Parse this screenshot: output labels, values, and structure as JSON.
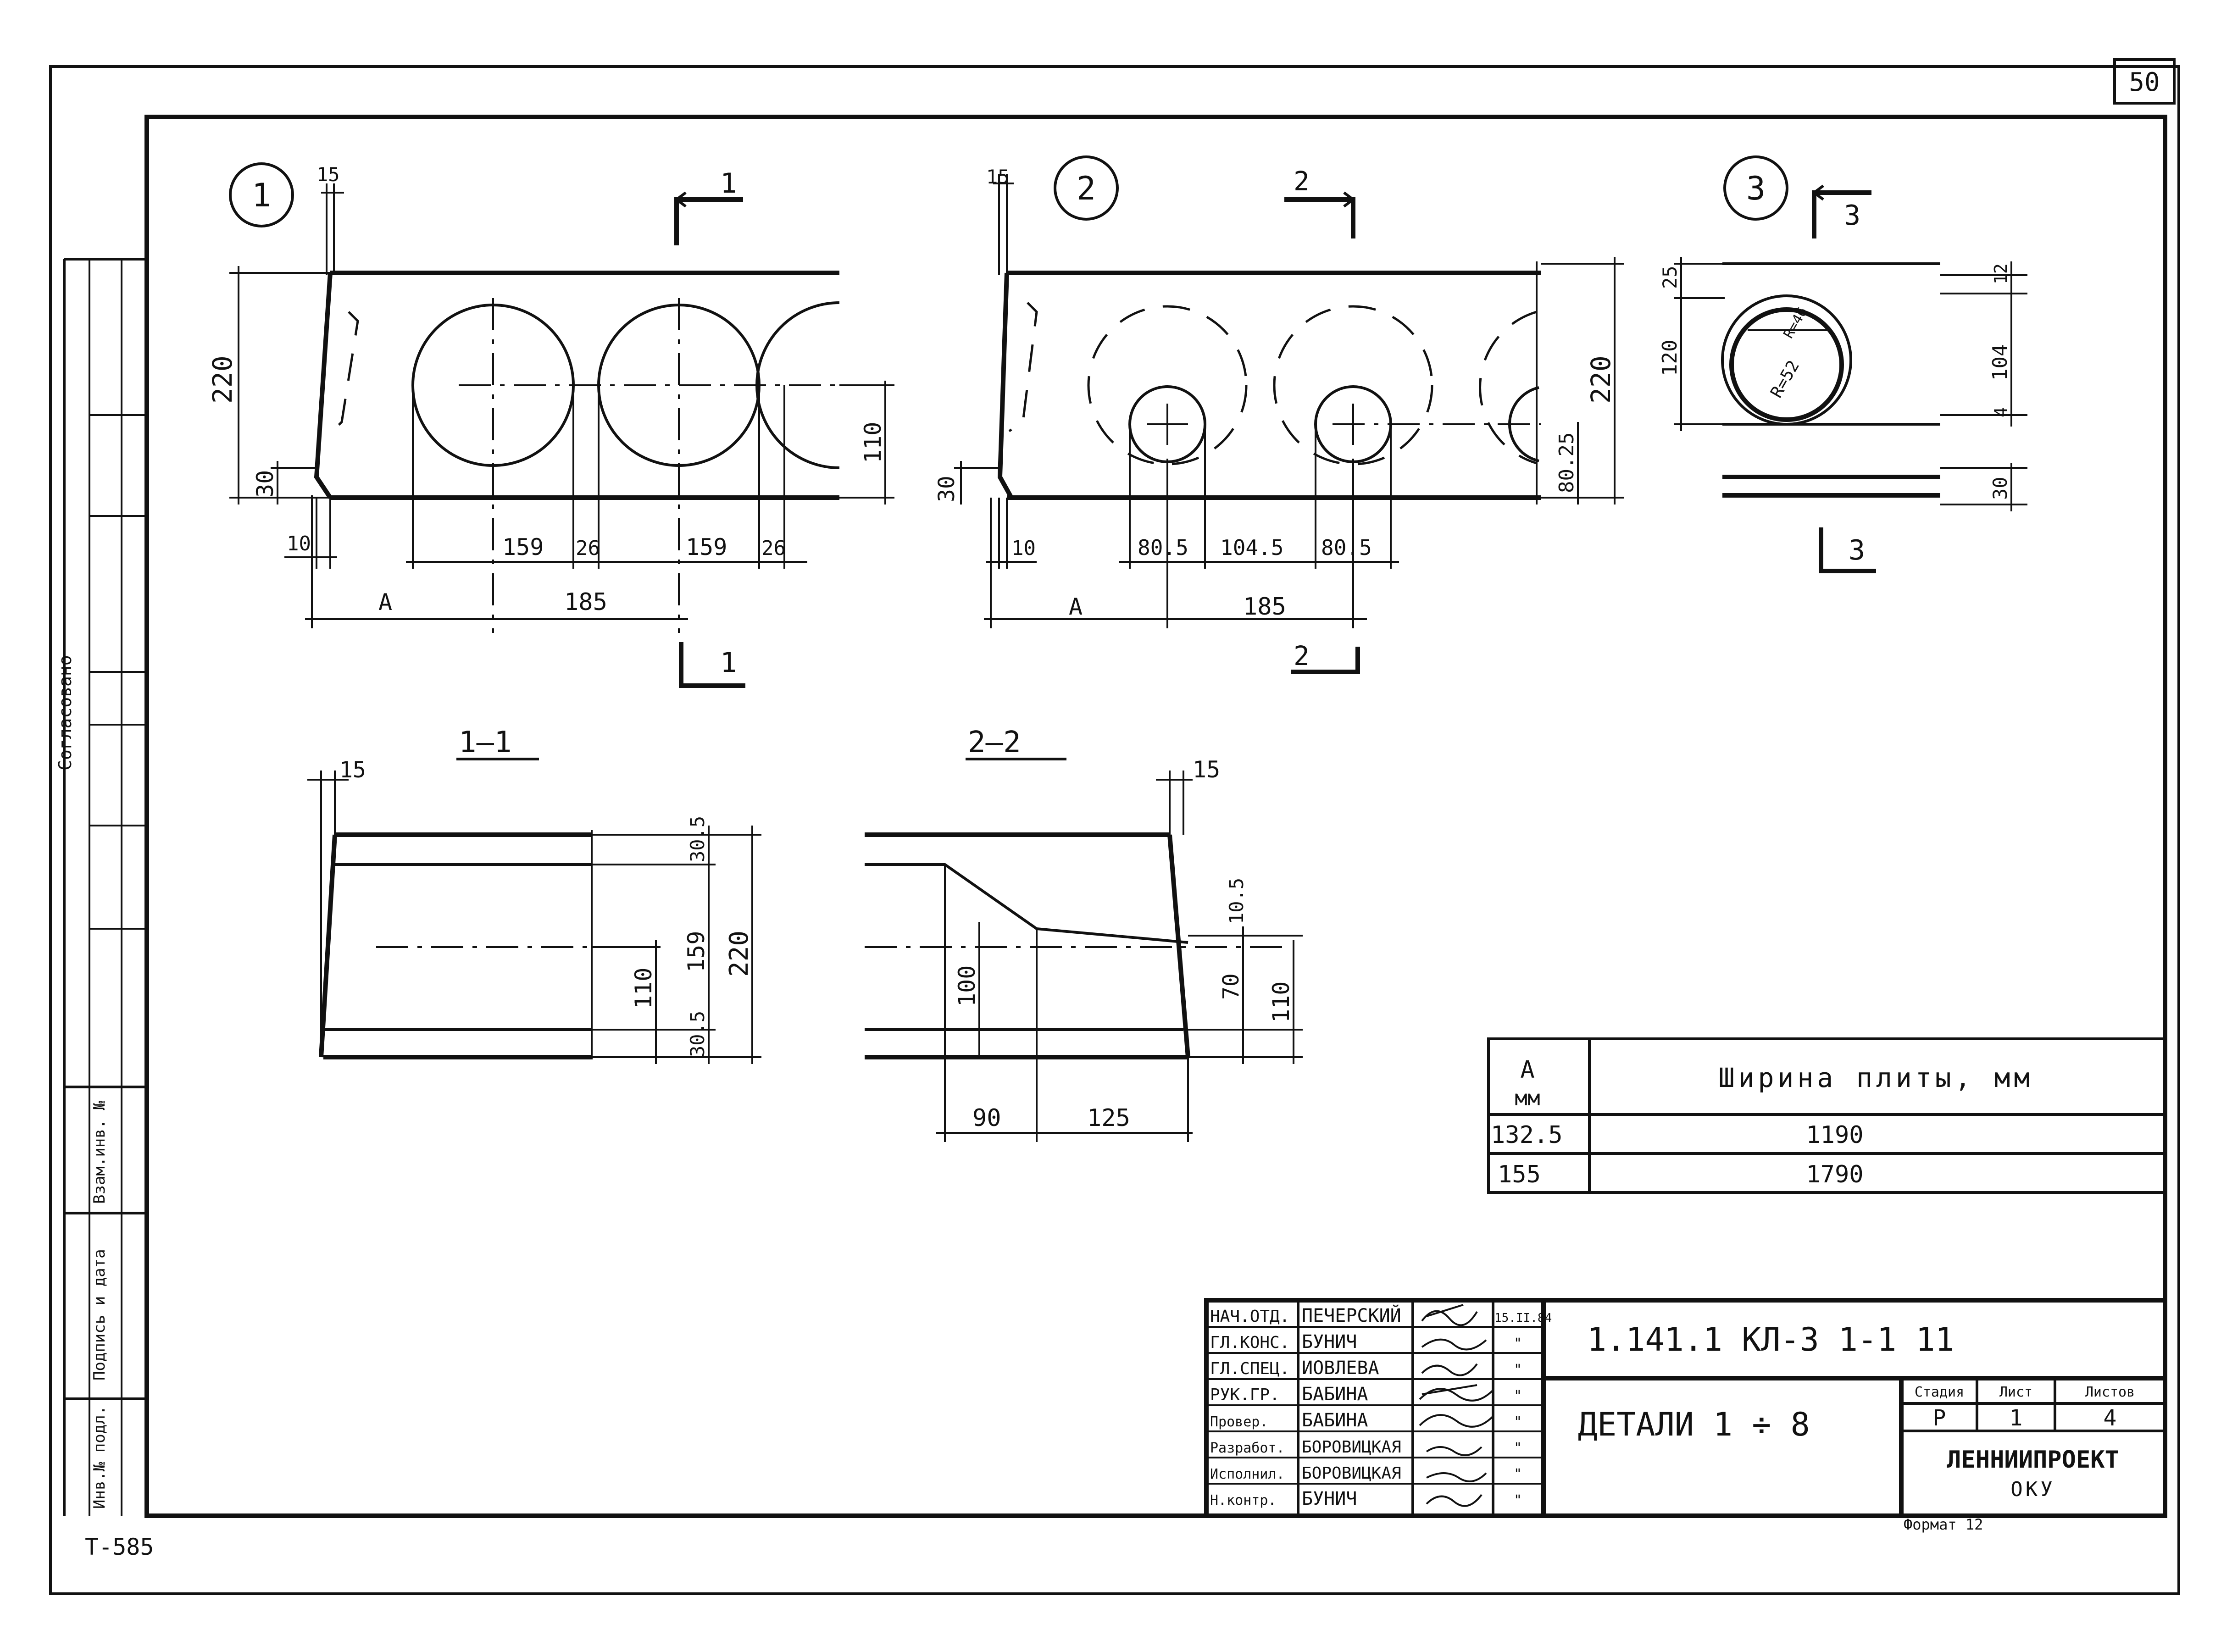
{
  "sheet": {
    "page_number": "50",
    "archive_code": "Т-585",
    "format_note": "Формат 12",
    "side_labels": {
      "agreed": "Согласовано",
      "inv_replace": "Взам.инв. №",
      "sign_date": "Подпись и дата",
      "inv_orig": "Инв.№ подл."
    }
  },
  "details": {
    "d1": {
      "number": "1",
      "section_mark": "1",
      "dims": {
        "top_15": "15",
        "h220": "220",
        "h30": "30",
        "h110": "110",
        "w10": "10",
        "d159a": "159",
        "w26a": "26",
        "d159b": "159",
        "w26b": "26",
        "a_label": "А",
        "pitch185": "185"
      }
    },
    "d2": {
      "number": "2",
      "section_mark": "2",
      "dims": {
        "top_15": "15",
        "h220": "220",
        "h30": "30",
        "h80_25": "80.25",
        "w10": "10",
        "d80_5a": "80.5",
        "w104_5": "104.5",
        "d80_5b": "80.5",
        "a_label": "А",
        "pitch185": "185"
      }
    },
    "d3": {
      "number": "3",
      "section_mark": "3",
      "dims": {
        "h25": "25",
        "h120": "120",
        "h12": "12",
        "h104": "104",
        "h4": "4",
        "h30": "30",
        "r_outer": "R=52",
        "r_inner": "R=46"
      }
    }
  },
  "sections": {
    "s1": {
      "title": "1—1",
      "dims": {
        "w15": "15",
        "h30_5a": "30.5",
        "h159": "159",
        "h110": "110",
        "h30_5b": "30.5",
        "h220": "220"
      }
    },
    "s2": {
      "title": "2—2",
      "dims": {
        "w15": "15",
        "h10_5": "10.5",
        "h100": "100",
        "h70": "70",
        "h110": "110",
        "w90": "90",
        "w125": "125"
      }
    }
  },
  "width_table": {
    "header_a": "А",
    "header_unit": "мм",
    "header_width": "Ширина плиты, мм",
    "rows": [
      {
        "a": "132.5",
        "width": "1190"
      },
      {
        "a": "155",
        "width": "1790"
      }
    ]
  },
  "title_block": {
    "signatures": [
      {
        "role": "НАЧ.ОТД.",
        "name": "ПЕЧЕРСКИЙ",
        "date": "15.II.84"
      },
      {
        "role": "ГЛ.КОНС.",
        "name": "БУНИЧ",
        "date": "\""
      },
      {
        "role": "ГЛ.СПЕЦ.",
        "name": "ИОВЛЕВА",
        "date": "\""
      },
      {
        "role": "РУК.ГР.",
        "name": "БАБИНА",
        "date": "\""
      },
      {
        "role": "Провер.",
        "name": "БАБИНА",
        "date": "\""
      },
      {
        "role": "Разработ.",
        "name": "БОРОВИЦКАЯ",
        "date": "\""
      },
      {
        "role": "Исполнил.",
        "name": "БОРОВИЦКАЯ",
        "date": "\""
      },
      {
        "role": "Н.контр.",
        "name": "БУНИЧ",
        "date": "\""
      }
    ],
    "document_code": "1.141.1 КЛ-3   1-1   11",
    "drawing_title": "ДЕТАЛИ 1 ÷ 8",
    "stage_header": "Стадия",
    "sheet_header": "Лист",
    "sheets_header": "Листов",
    "stage": "Р",
    "sheet": "1",
    "sheets": "4",
    "organization": "ЛЕННИИПРОЕКТ",
    "department": "ОКУ"
  }
}
